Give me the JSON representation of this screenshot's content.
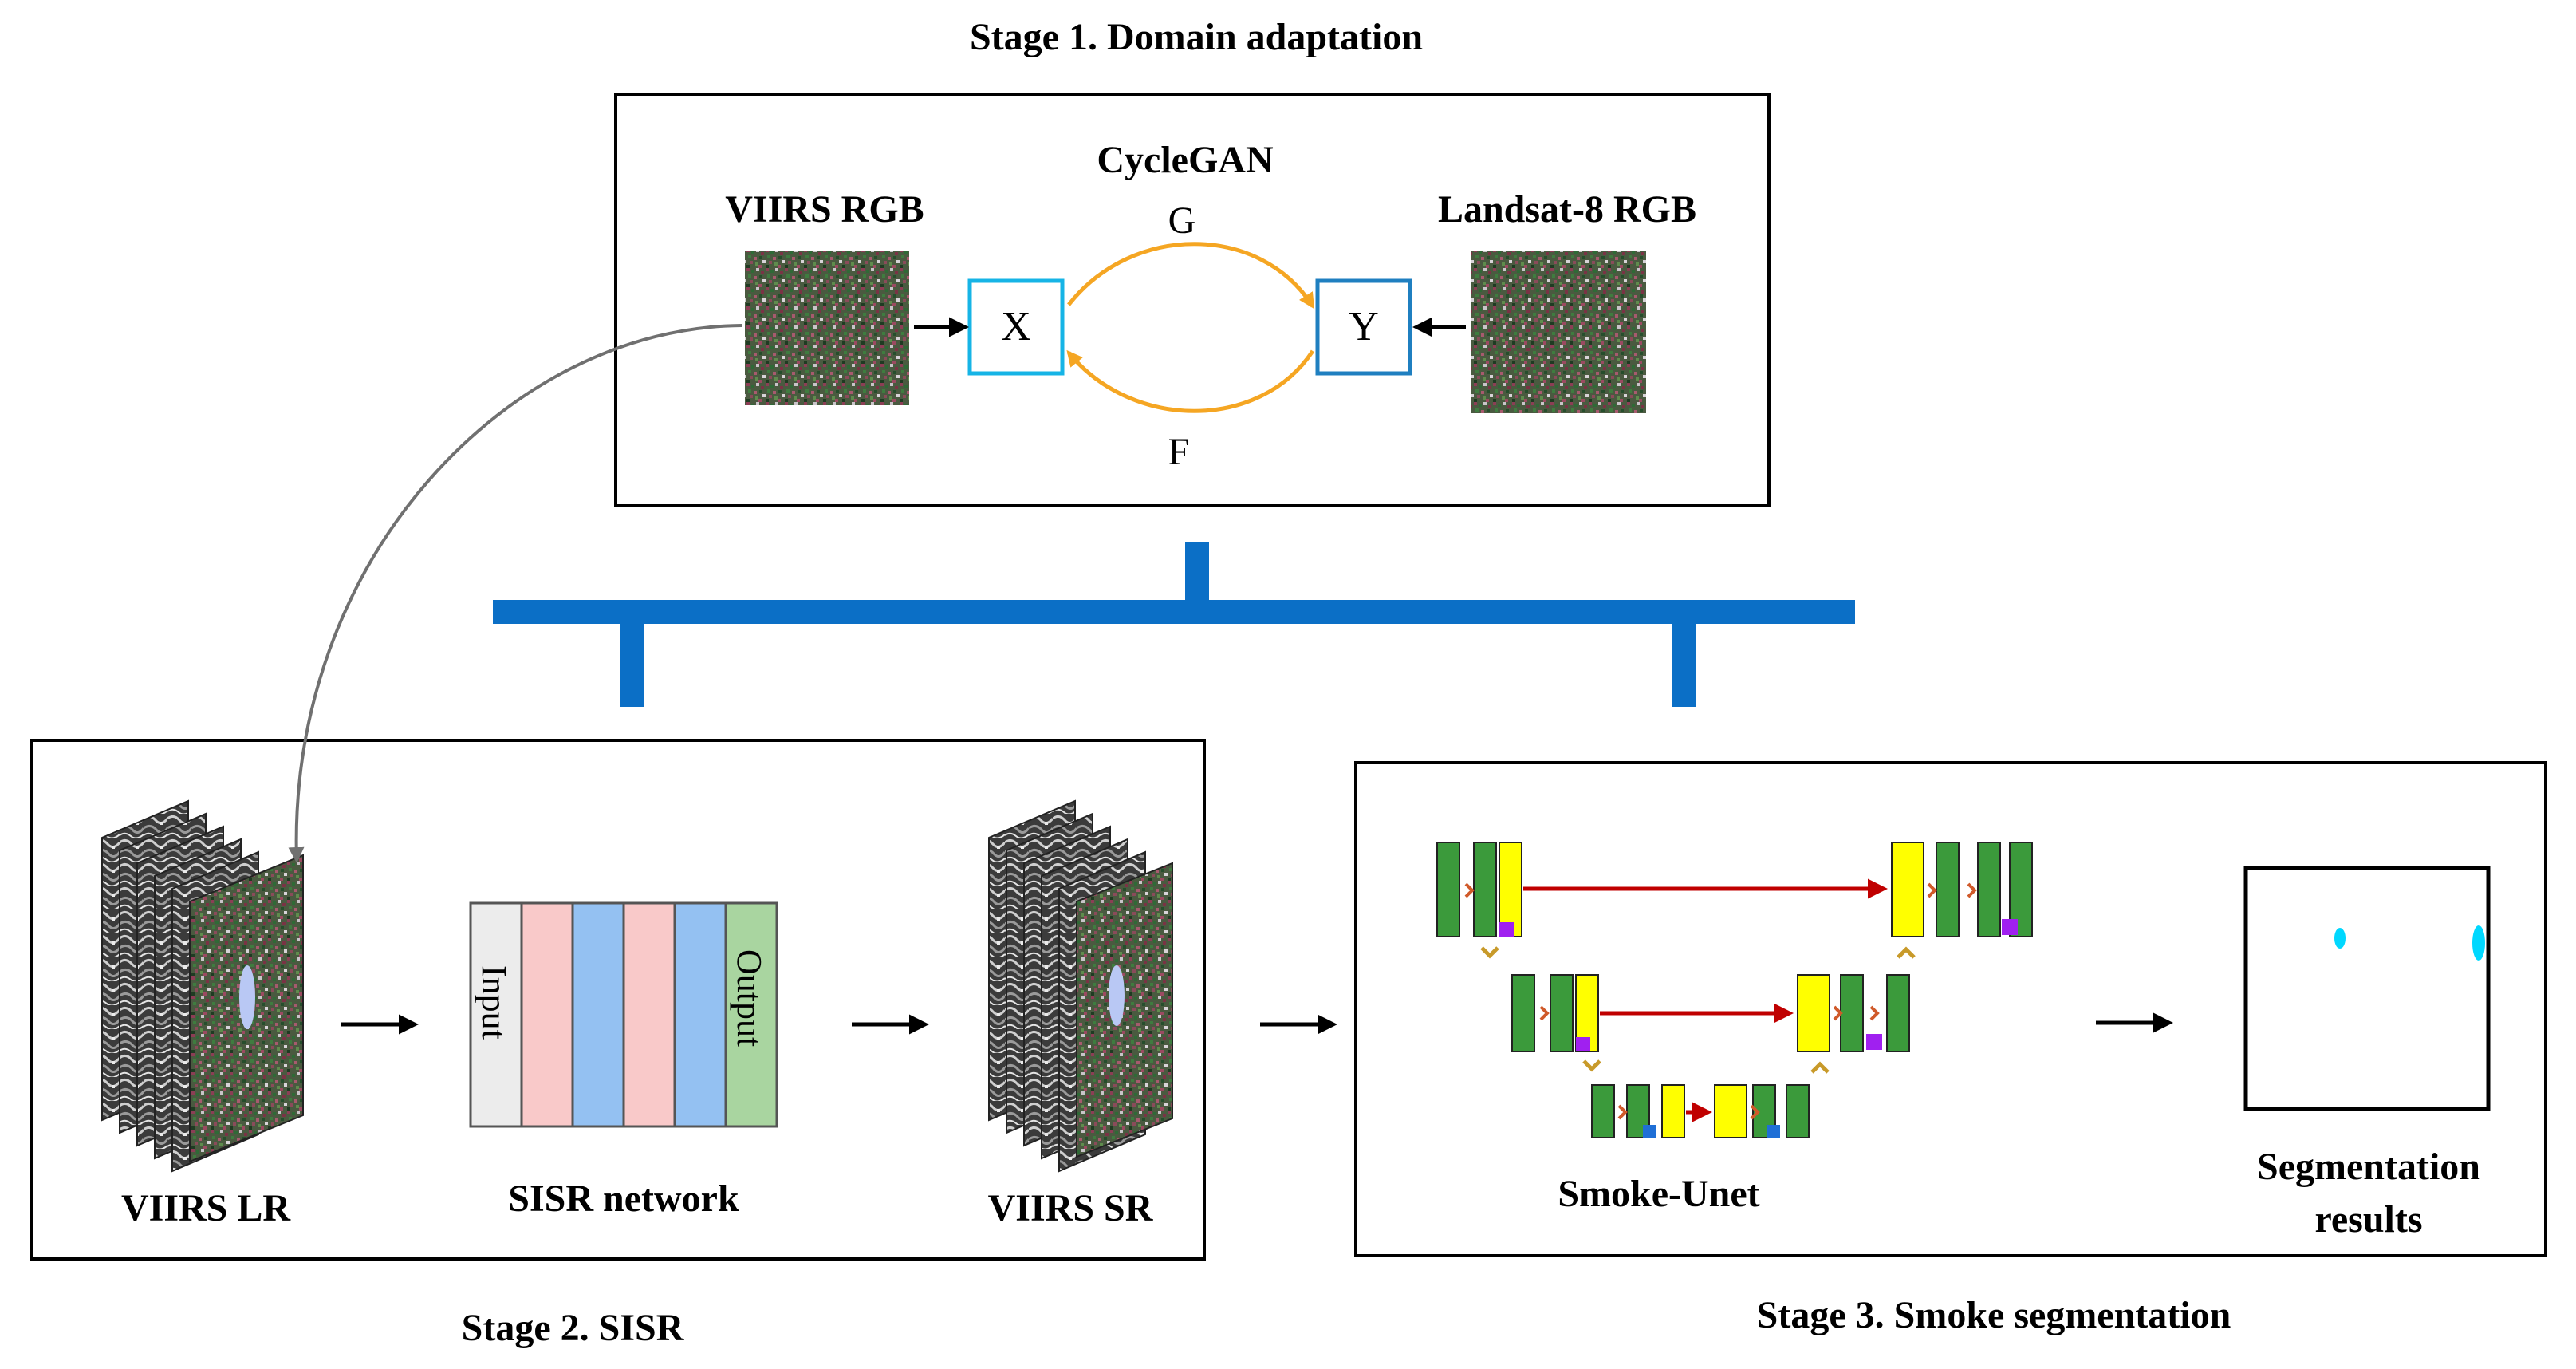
{
  "stage1": {
    "title": "Stage 1. Domain adaptation",
    "model": "CycleGAN",
    "source_label": "VIIRS RGB",
    "target_label": "Landsat-8 RGB",
    "node_x": "X",
    "node_y": "Y",
    "mapping_g": "G",
    "mapping_f": "F"
  },
  "stage2": {
    "title": "Stage 2. SISR",
    "input_label": "VIIRS LR",
    "network_label": "SISR network",
    "output_label": "VIIRS SR",
    "layer_input": "Input",
    "layer_output": "Output"
  },
  "stage3": {
    "title": "Stage 3. Smoke segmentation",
    "model_label": "Smoke-Unet",
    "result_label_line1": "Segmentation",
    "result_label_line2": "results"
  },
  "colors": {
    "connector_blue": "#0b6fc6",
    "cyclegan_arrow": "#f5a623",
    "node_x_border": "#16b4e6",
    "node_y_border": "#1f7fc0",
    "unet_green": "#3b9a3b",
    "unet_yellow": "#ffff00",
    "skip_red": "#c00000",
    "layer_gray": "#ececec",
    "layer_pink": "#f9c9c9",
    "layer_blue": "#94c1f2",
    "layer_green": "#a9d5a0"
  }
}
